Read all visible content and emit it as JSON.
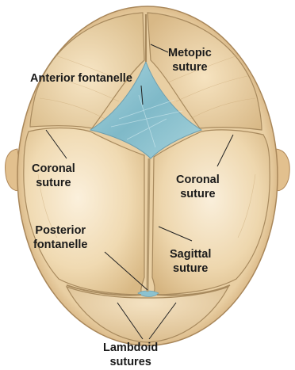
{
  "labels": {
    "metopic": [
      "Metopic",
      "suture"
    ],
    "anterior": "Anterior fontanelle",
    "coronal_left": [
      "Coronal",
      "suture"
    ],
    "coronal_right": [
      "Coronal",
      "suture"
    ],
    "posterior": [
      "Posterior",
      "fontanelle"
    ],
    "sagittal": [
      "Sagittal",
      "suture"
    ],
    "lambdoid": [
      "Lambdoid",
      "sutures"
    ]
  },
  "colors": {
    "bone": "#efd9b2",
    "bone_shadow": "#d9b987",
    "suture": "#a88a5e",
    "fontanelle": "#8fc3cf",
    "leader": "#222222"
  }
}
